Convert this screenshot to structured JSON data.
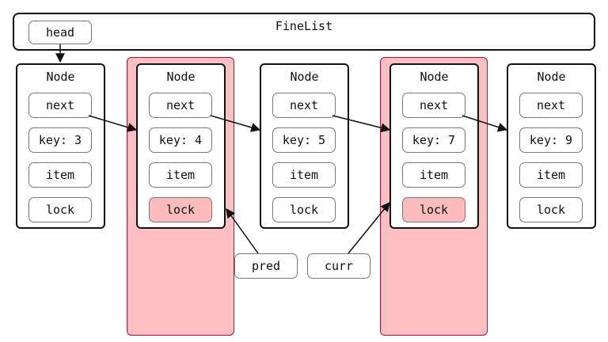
{
  "list": {
    "title": "FineList",
    "head_label": "head"
  },
  "node_title": "Node",
  "nodes": [
    {
      "next": "next",
      "key": "key: 3",
      "item": "item",
      "lock": "lock",
      "locked": false
    },
    {
      "next": "next",
      "key": "key: 4",
      "item": "item",
      "lock": "lock",
      "locked": true
    },
    {
      "next": "next",
      "key": "key: 5",
      "item": "item",
      "lock": "lock",
      "locked": false
    },
    {
      "next": "next",
      "key": "key: 7",
      "item": "item",
      "lock": "lock",
      "locked": true
    },
    {
      "next": "next",
      "key": "key: 9",
      "item": "item",
      "lock": "lock",
      "locked": false
    }
  ],
  "pointers": {
    "pred": "pred",
    "curr": "curr"
  },
  "colors": {
    "highlight_fill": "#fdbfc1",
    "highlight_border": "#b01030",
    "locked_fill": "#fcbcbc",
    "stroke": "#111111"
  }
}
